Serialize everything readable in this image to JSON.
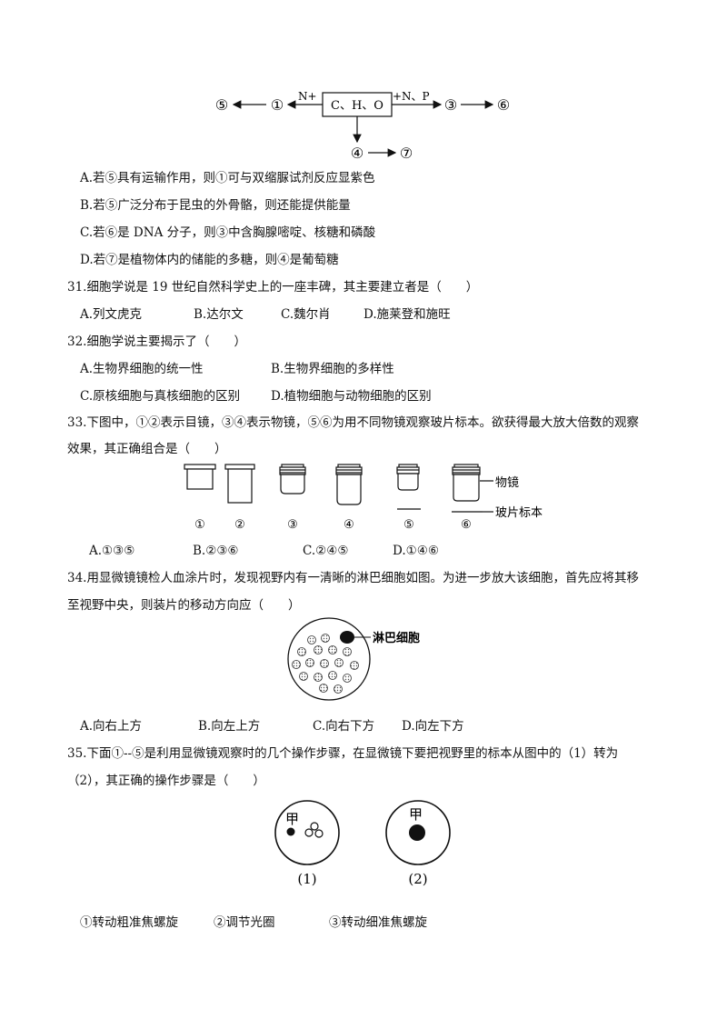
{
  "diagram1": {
    "box": "C、H、O",
    "left_label": "N+",
    "right_label": "+N、P",
    "nodes": [
      "⑤",
      "①",
      "③",
      "⑥",
      "④",
      "⑦"
    ]
  },
  "q30": {
    "options": [
      "A.若⑤具有运输作用，则①可与双缩脲试剂反应显紫色",
      "B.若⑤广泛分布于昆虫的外骨骼，则还能提供能量",
      "C.若⑥是 DNA 分子，则③中含胸腺嘧啶、核糖和磷酸",
      "D.若⑦是植物体内的储能的多糖，则④是葡萄糖"
    ]
  },
  "q31": {
    "stem": "31.细胞学说是 19 世纪自然科学史上的一座丰碑，其主要建立者是（　　）",
    "options": [
      "A.列文虎克",
      "B.达尔文",
      "C.魏尔肖",
      "D.施莱登和施旺"
    ]
  },
  "q32": {
    "stem": "32.细胞学说主要揭示了（　　）",
    "options": [
      "A.生物界细胞的统一性",
      "B.生物界细胞的多样性",
      "C.原核细胞与真核细胞的区别",
      "D.植物细胞与动物细胞的区别"
    ]
  },
  "q33": {
    "stem_1": "33.下图中，①②表示目镜，③④表示物镜，⑤⑥为用不同物镜观察玻片标本。欲获得最大放大倍数的观察",
    "stem_2": "效果，其正确组合是（　　）",
    "fig_labels": [
      "①",
      "②",
      "③",
      "④",
      "⑤",
      "⑥"
    ],
    "objective_label": "物镜",
    "slide_label": "玻片标本",
    "options": [
      "A.①③⑤",
      "B.②③⑥",
      "C.②④⑤",
      "D.①④⑥"
    ]
  },
  "q34": {
    "stem_1": "34.用显微镜镜检人血涂片时，发现视野内有一清晰的淋巴细胞如图。为进一步放大该细胞，首先应将其移",
    "stem_2": "至视野中央，则装片的移动方向应（　　）",
    "fig_label": "淋巴细胞",
    "options": [
      "A.向右上方",
      "B.向左上方",
      "C.向右下方",
      "D.向左下方"
    ]
  },
  "q35": {
    "stem_1": "35.下面①--⑤是利用显微镜观察时的几个操作步骤，在显微镜下要把视野里的标本从图中的（1）转为",
    "stem_2": "（2），其正确的操作步骤是（　　）",
    "fig1_char": "甲",
    "fig2_char": "甲",
    "fig1_caption": "(1)",
    "fig2_caption": "(2)",
    "steps": [
      "①转动粗准焦螺旋",
      "②调节光圈",
      "③转动细准焦螺旋"
    ]
  }
}
